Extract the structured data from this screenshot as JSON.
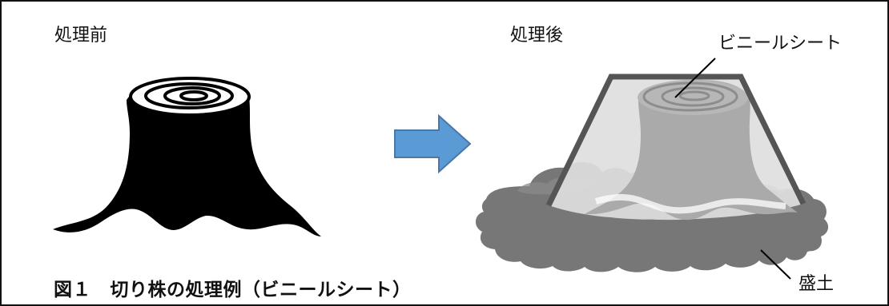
{
  "labels": {
    "before": "処理前",
    "after": "処理後",
    "vinyl_sheet": "ビニールシート",
    "soil_mound": "盛土"
  },
  "caption": "図１　切り株の処理例（ビニールシート）",
  "colors": {
    "frame": "#111111",
    "stump_before": "#000000",
    "arrow_fill": "#5b9bd5",
    "arrow_stroke": "#4a77a8",
    "stump_after": "#aaaaaa",
    "sheet_outline": "#555555",
    "soil": "#777777"
  }
}
